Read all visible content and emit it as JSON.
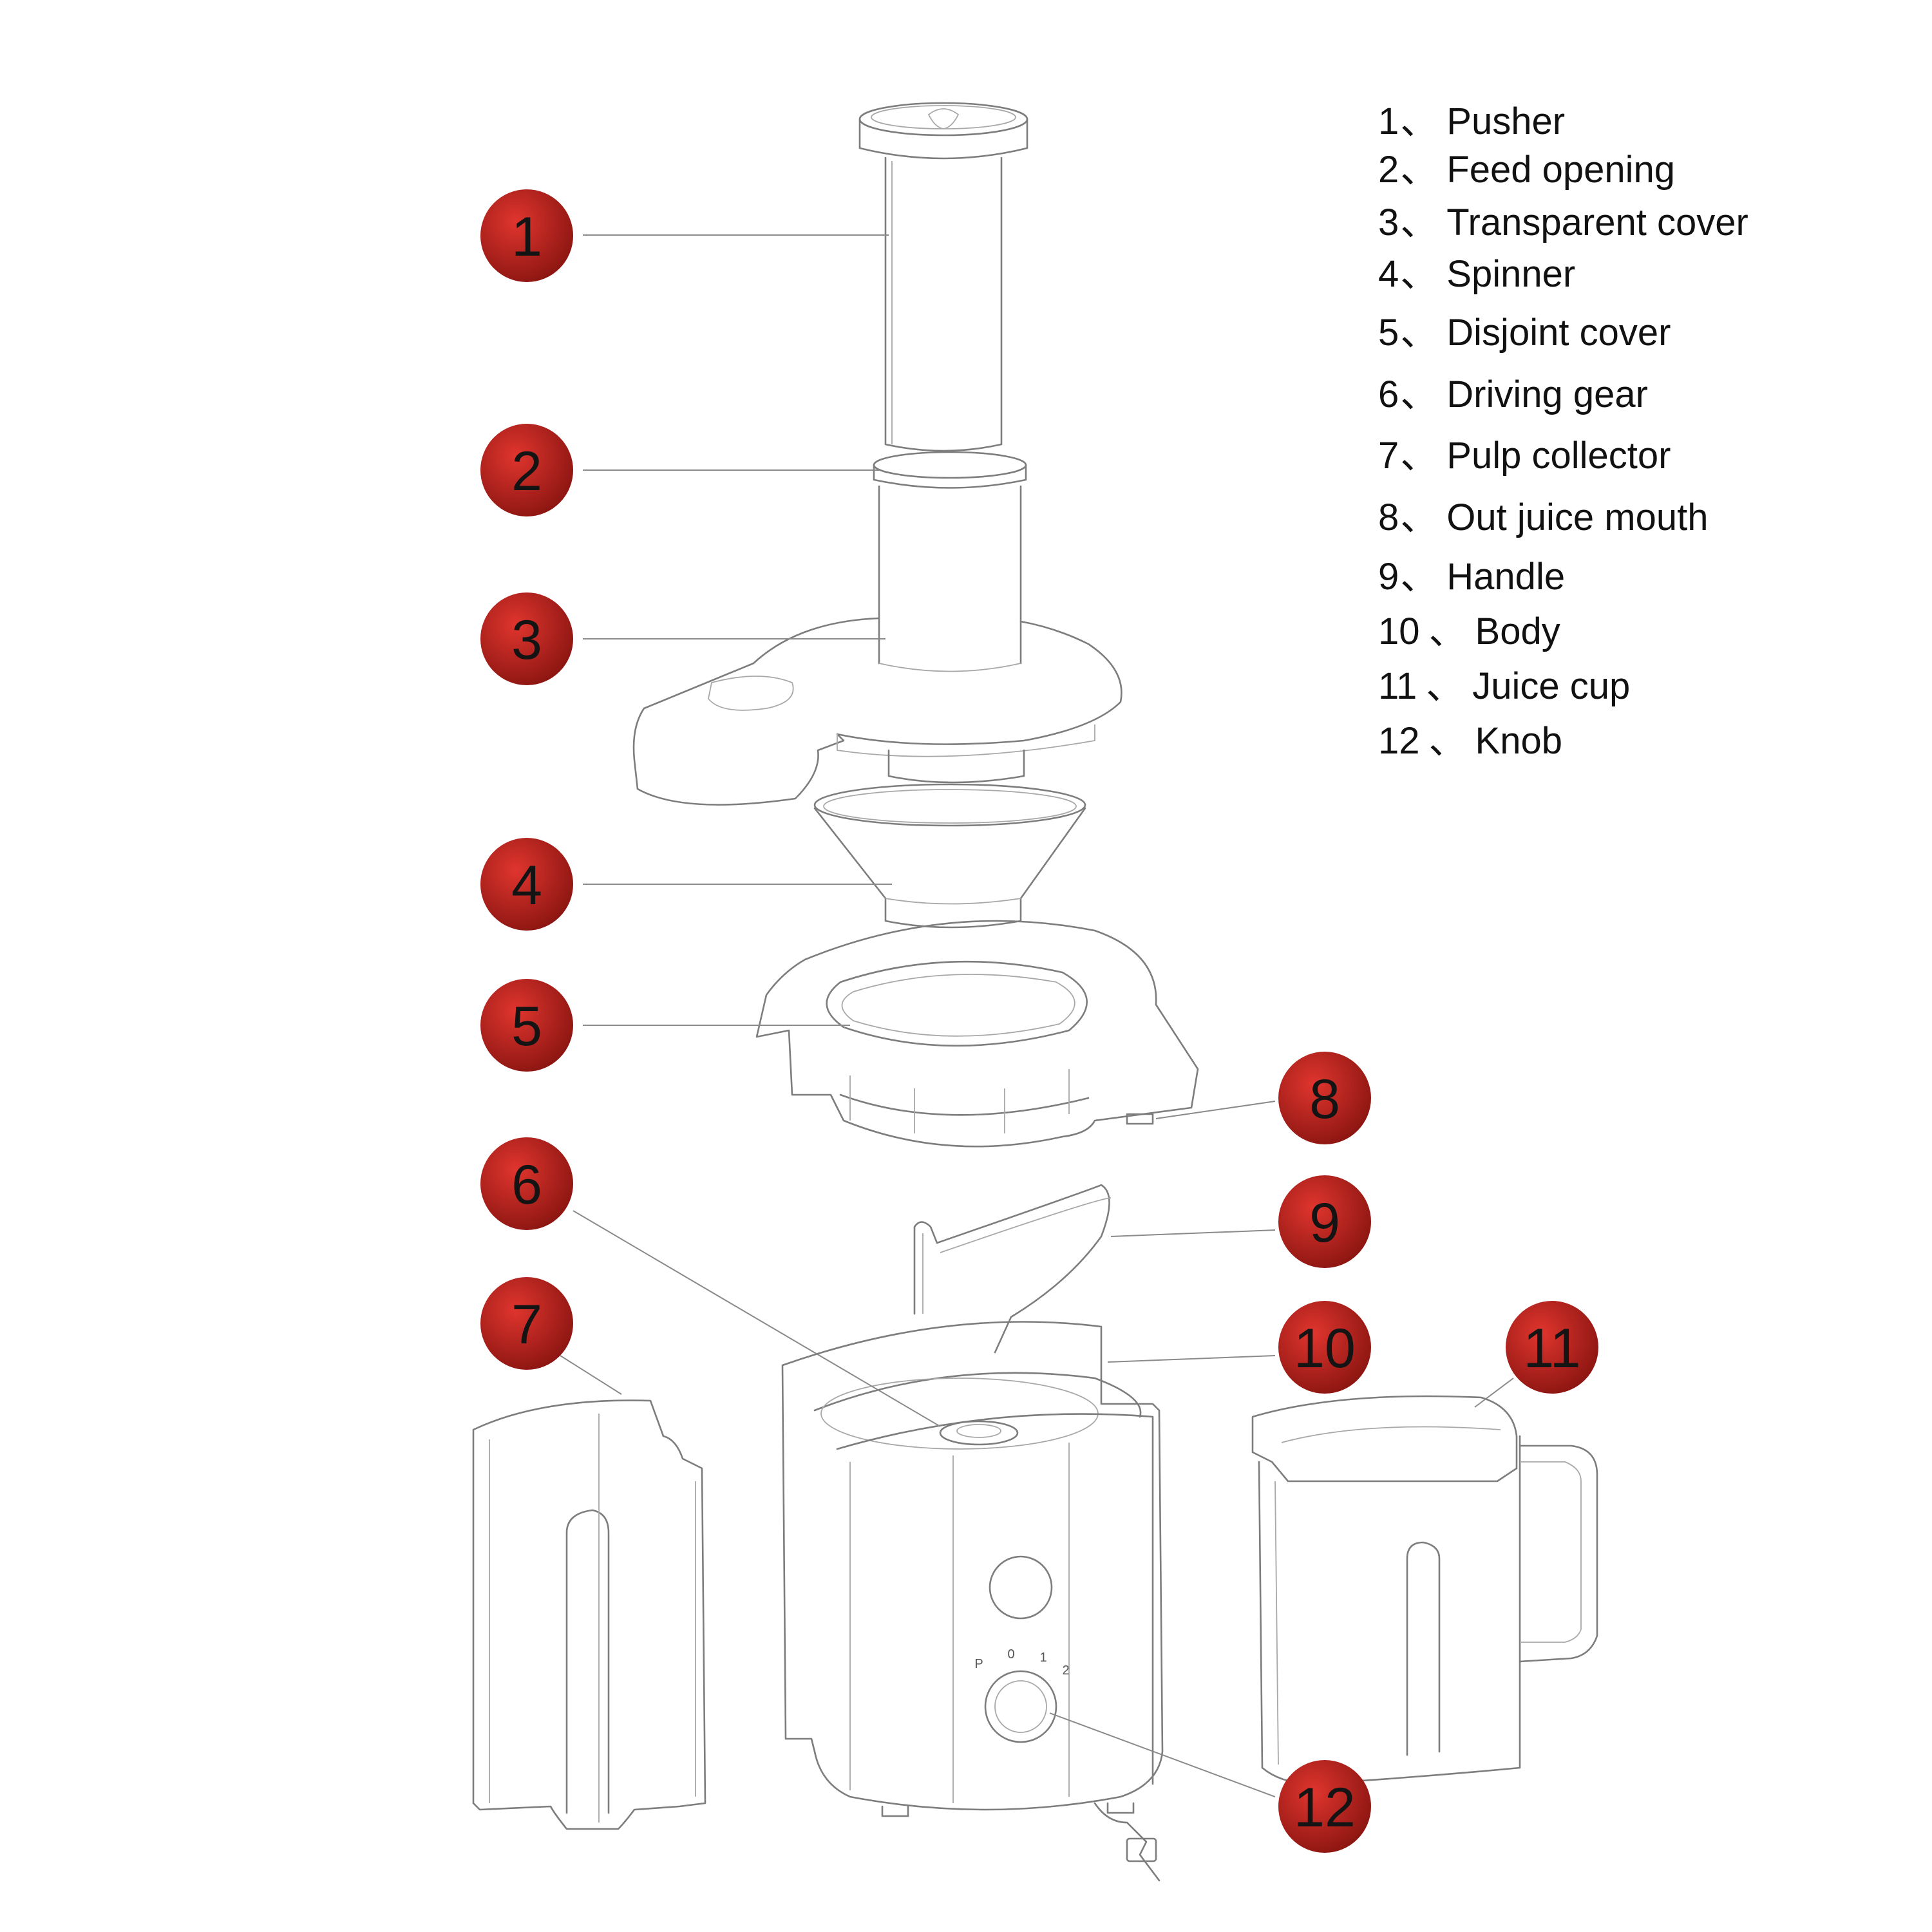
{
  "colors": {
    "badge_light": "#e0352e",
    "badge_dark": "#8b1511",
    "line": "#7d7d7d",
    "text": "#111111"
  },
  "legend": [
    {
      "num": "1",
      "sep": "、",
      "label": "Pusher"
    },
    {
      "num": "2",
      "sep": "、",
      "label": "Feed opening"
    },
    {
      "num": "3",
      "sep": "、",
      "label": "Transparent cover"
    },
    {
      "num": "4",
      "sep": "、",
      "label": "Spinner"
    },
    {
      "num": "5",
      "sep": "、",
      "label": "Disjoint cover"
    },
    {
      "num": "6",
      "sep": "、",
      "label": "Driving gear"
    },
    {
      "num": "7",
      "sep": "、",
      "label": "Pulp collector"
    },
    {
      "num": "8",
      "sep": "、",
      "label": "Out juice mouth"
    },
    {
      "num": "9",
      "sep": "、",
      "label": "Handle"
    },
    {
      "num": "10",
      "sep": "、",
      "label": "Body"
    },
    {
      "num": "11",
      "sep": "、",
      "label": "Juice cup"
    },
    {
      "num": "12",
      "sep": "、",
      "label": "Knob"
    }
  ],
  "badges": [
    "1",
    "2",
    "3",
    "4",
    "5",
    "6",
    "7",
    "8",
    "9",
    "10",
    "11",
    "12"
  ],
  "dial_marks": [
    "P",
    "0",
    "1",
    "2"
  ]
}
